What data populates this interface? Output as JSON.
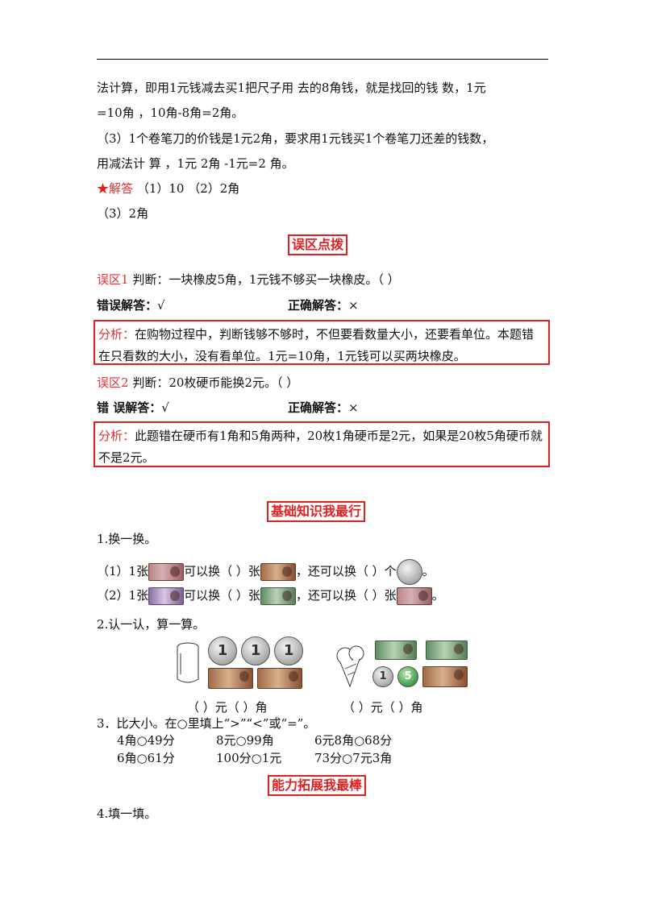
{
  "top": {
    "l1": "法计算，即用1元钱减去买1把尺子用  去的8角钱，就是找回的钱  数，1元",
    "l2": "=10角 ，10角-8角=2角。",
    "l3": "（3）1个卷笔刀的价钱是1元2角，要求用1元钱买1个卷笔刀还差的钱数，",
    "l4": "用减法计  算 ，1元  2角  -1元=2  角。",
    "answer_star": "★",
    "answer_label": "解答",
    "answer_text": "（1）10    （2）2角",
    "answer_l2": "（3）2角"
  },
  "section1": {
    "title": "误区点拨",
    "w1_label": "误区1",
    "w1_text": "判断：一块橡皮5角，1元钱不够买一块橡皮。（      ）",
    "w1_wrong_label": "错误解答：",
    "w1_wrong": "√",
    "w1_right_label": "正确解答：",
    "w1_right": "×",
    "a1_label": "分析：",
    "a1_text": "在购物过程中，判断钱够不够时，不但要看数量大小，还要看单位。本题错在只看数的大小，没有看单位。1元=10角，1元钱可以买两块橡皮。",
    "w2_label": "误区2",
    "w2_text": "判断：20枚硬币能换2元。（      ）",
    "w2_wrong_label": "错 误解答：",
    "w2_wrong": "√",
    "w2_right_label": "正确解答：",
    "w2_right": "×",
    "a2_label": "分析：",
    "a2_text": "此题错在硬币有1角和5角两种，20枚1角硬币是2元，如果是20枚5角硬币就不是2元。"
  },
  "section2": {
    "title": "基础知识我最行",
    "q1": "1.换一换。",
    "q1a_p1": "（1）1张",
    "q1a_p2": "可以换（    ）张",
    "q1a_p3": "，还可以换（    ）个",
    "q1a_p4": "。",
    "q1b_p1": "（2）1张",
    "q1b_p2": "可以换（    ）张",
    "q1b_p3": "，还可以换（    ）张",
    "q1b_p4": "。",
    "q2": "2.认一认，算一算。",
    "coin_digit": "1",
    "coin_five": "5",
    "q2_blank1": "（      ）元（      ）角",
    "q2_blank2": "（      ）元（      ）角",
    "q3": "3．比大小。在○里填上“>”“<”或“=”。",
    "q3_r1": [
      "4角○49分",
      "8元○99角",
      "6元8角○68分"
    ],
    "q3_r2": [
      "6角○61分",
      "100分○1元",
      "73分○7元3角"
    ]
  },
  "section3": {
    "title": "能力拓展我最棒",
    "q4": "4.填一填。"
  }
}
